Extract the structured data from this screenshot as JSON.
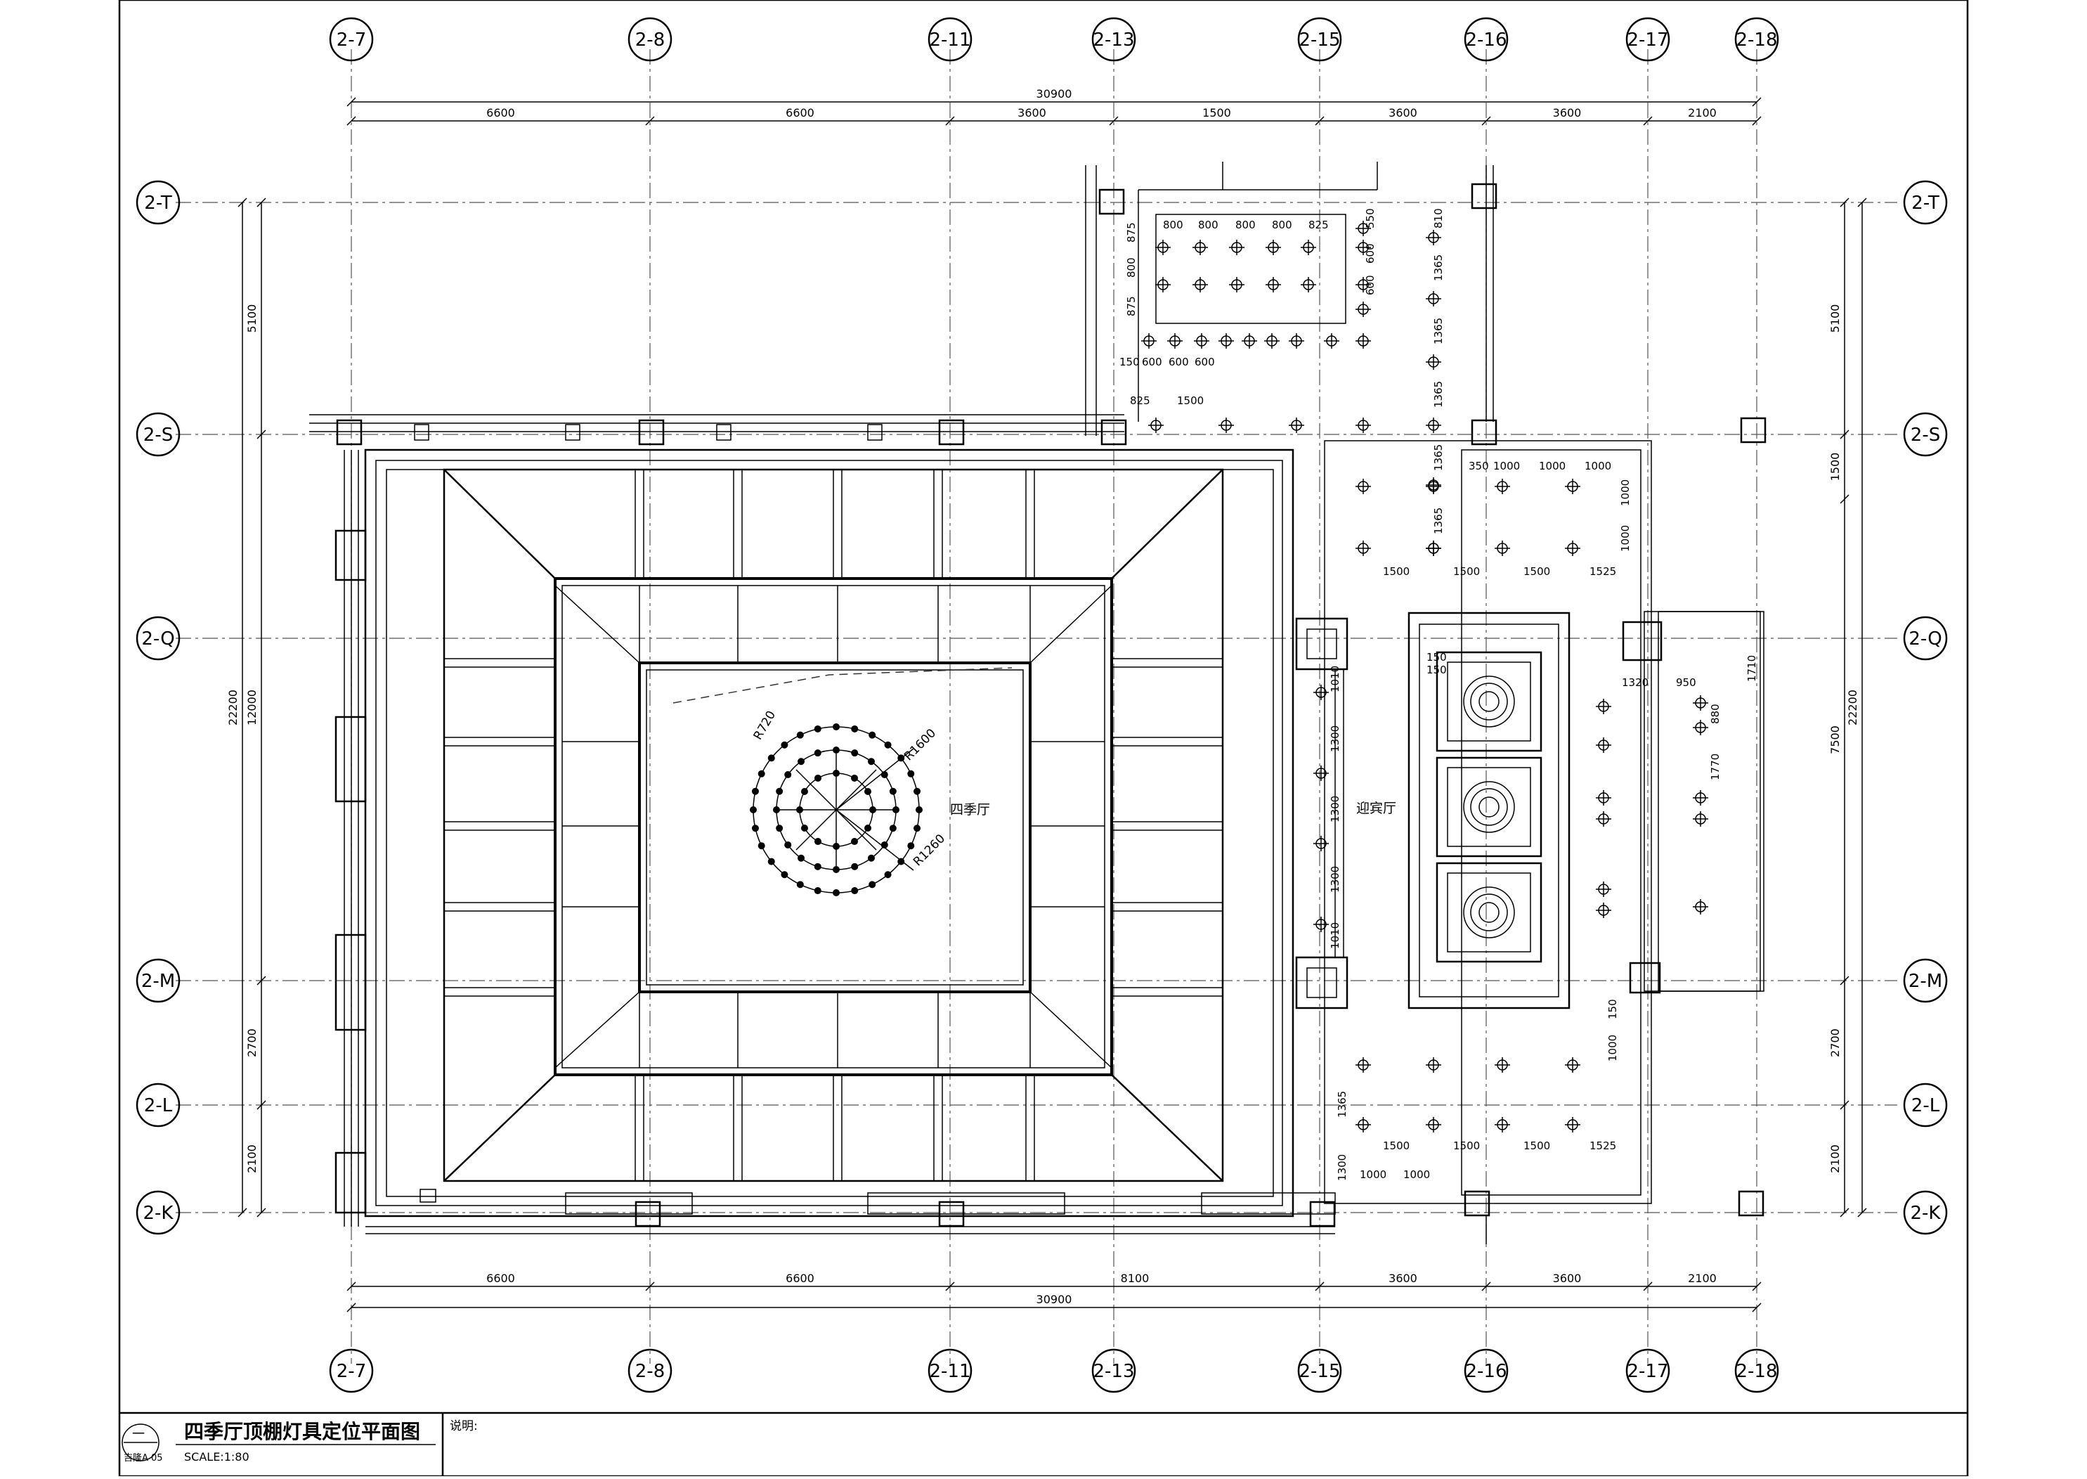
{
  "title_block": {
    "drawing_title": "四季厅顶棚灯具定位平面图",
    "scale": "SCALE:1:80",
    "note_label": "说明:",
    "sheet_ref": "一",
    "sheet_sub": "吉隆A 05"
  },
  "grid": {
    "columns": [
      "2-7",
      "2-8",
      "2-11",
      "2-13",
      "2-15",
      "2-16",
      "2-17",
      "2-18"
    ],
    "rows": [
      "2-T",
      "2-S",
      "2-Q",
      "2-M",
      "2-L",
      "2-K"
    ]
  },
  "dimensions": {
    "top_total": "30900",
    "top_segments": [
      "6600",
      "6600",
      "3600",
      "1500",
      "3600",
      "3600",
      "2100"
    ],
    "bottom_total": "30900",
    "bottom_segments": [
      "6600",
      "6600",
      "8100",
      "3600",
      "3600",
      "2100"
    ],
    "left_total": "22200",
    "left_segments": [
      "5100",
      "12000",
      "2700",
      "2100"
    ],
    "right_total": "22200",
    "right_segments": [
      "5100",
      "1500",
      "7500",
      "2700",
      "2100"
    ]
  },
  "rooms": {
    "main_hall": "四季厅",
    "reception": "迎宾厅"
  },
  "annotations": {
    "radius_1": "R720",
    "radius_2": "R1600",
    "radius_3": "R1260",
    "corridor_top": [
      "800",
      "800",
      "800",
      "800",
      "825"
    ],
    "corridor_left": [
      "875",
      "800",
      "875"
    ],
    "corridor_right": [
      "550",
      "600",
      "600"
    ],
    "corridor_bottom": [
      "150",
      "600",
      "600",
      "600"
    ],
    "corridor_bottom2": [
      "825",
      "1500"
    ],
    "vertical_1365": [
      "810",
      "1365",
      "1365",
      "1365",
      "1365",
      "1365"
    ],
    "right_room_top": [
      "350",
      "1000",
      "1000",
      "1000"
    ],
    "right_room_v": [
      "1000",
      "1000"
    ],
    "row_1500_top": [
      "1500",
      "1500",
      "1500",
      "1525"
    ],
    "row_1500_bottom": [
      "1500",
      "1500",
      "1500",
      "1525"
    ],
    "mid_left_v": [
      "1010",
      "1300",
      "1300",
      "1300",
      "1010"
    ],
    "lower_v": [
      "150",
      "1000"
    ],
    "lower_v2": [
      "1365",
      "1300"
    ],
    "bottom_1000": [
      "1000",
      "1000"
    ],
    "panel_150": [
      "150",
      "150"
    ],
    "east_dims": [
      "1320",
      "950",
      "1710",
      "880",
      "1770"
    ]
  }
}
